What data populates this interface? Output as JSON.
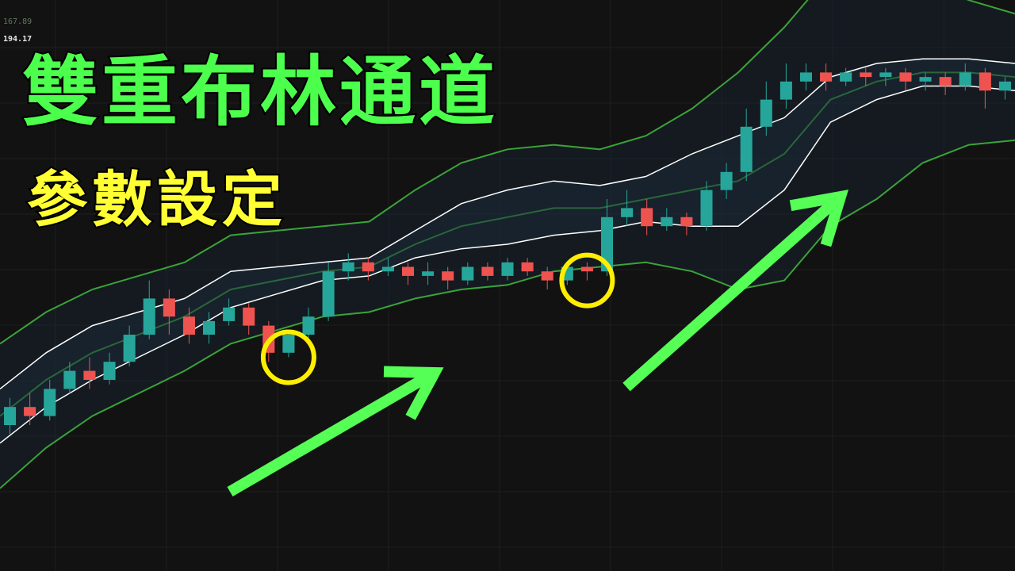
{
  "price_scale": {
    "top_value": "167.89",
    "current_value": "194.17"
  },
  "titles": {
    "line1": "雙重布林通道",
    "line2": "參數設定"
  },
  "colors": {
    "background": "#121212",
    "grid": "#1f1f1f",
    "up_candle": "#26a69a",
    "down_candle": "#ef5350",
    "inner_band": "#ffffff",
    "outer_band": "#3aa33a",
    "band_fill": "#1a2a3a",
    "arrow": "#55ff55",
    "circle": "#ffee00",
    "title1": "#4cff4c",
    "title2": "#ffff33"
  },
  "chart_data": {
    "type": "candlestick",
    "title": "",
    "xlabel": "",
    "ylabel": "",
    "grid": true,
    "ylim": [
      0,
      100
    ],
    "description_markers": [
      "two highlight circles",
      "two up arrows"
    ],
    "middle_band": [
      22,
      30,
      36,
      40,
      44,
      50,
      52,
      54,
      55,
      60,
      64,
      66,
      68,
      68,
      70,
      72,
      74,
      80,
      92,
      96,
      98,
      98,
      97
    ],
    "inner_width": [
      6,
      6,
      6,
      5,
      4,
      4,
      3,
      2,
      2,
      3,
      5,
      6,
      6,
      5,
      5,
      8,
      10,
      8,
      5,
      4,
      3,
      3,
      3
    ],
    "outer_width": [
      16,
      15,
      14,
      13,
      12,
      12,
      11,
      10,
      10,
      12,
      14,
      15,
      14,
      13,
      14,
      18,
      24,
      28,
      28,
      26,
      20,
      16,
      14
    ],
    "candles": [
      {
        "o": 20,
        "c": 24,
        "h": 26,
        "l": 18
      },
      {
        "o": 24,
        "c": 22,
        "h": 27,
        "l": 20
      },
      {
        "o": 22,
        "c": 28,
        "h": 30,
        "l": 21
      },
      {
        "o": 28,
        "c": 32,
        "h": 34,
        "l": 27
      },
      {
        "o": 32,
        "c": 30,
        "h": 35,
        "l": 28
      },
      {
        "o": 30,
        "c": 34,
        "h": 36,
        "l": 29
      },
      {
        "o": 34,
        "c": 40,
        "h": 42,
        "l": 33
      },
      {
        "o": 40,
        "c": 48,
        "h": 52,
        "l": 39
      },
      {
        "o": 48,
        "c": 44,
        "h": 50,
        "l": 40
      },
      {
        "o": 44,
        "c": 40,
        "h": 46,
        "l": 38
      },
      {
        "o": 40,
        "c": 43,
        "h": 45,
        "l": 38
      },
      {
        "o": 43,
        "c": 46,
        "h": 48,
        "l": 42
      },
      {
        "o": 46,
        "c": 42,
        "h": 47,
        "l": 40
      },
      {
        "o": 42,
        "c": 36,
        "h": 43,
        "l": 34
      },
      {
        "o": 36,
        "c": 40,
        "h": 41,
        "l": 35
      },
      {
        "o": 40,
        "c": 44,
        "h": 46,
        "l": 39
      },
      {
        "o": 44,
        "c": 54,
        "h": 56,
        "l": 43
      },
      {
        "o": 54,
        "c": 56,
        "h": 58,
        "l": 52
      },
      {
        "o": 56,
        "c": 54,
        "h": 57,
        "l": 52
      },
      {
        "o": 54,
        "c": 55,
        "h": 57,
        "l": 53
      },
      {
        "o": 55,
        "c": 53,
        "h": 56,
        "l": 51
      },
      {
        "o": 53,
        "c": 54,
        "h": 56,
        "l": 51
      },
      {
        "o": 54,
        "c": 52,
        "h": 55,
        "l": 50
      },
      {
        "o": 52,
        "c": 55,
        "h": 56,
        "l": 51
      },
      {
        "o": 55,
        "c": 53,
        "h": 56,
        "l": 52
      },
      {
        "o": 53,
        "c": 56,
        "h": 57,
        "l": 52
      },
      {
        "o": 56,
        "c": 54,
        "h": 57,
        "l": 53
      },
      {
        "o": 54,
        "c": 52,
        "h": 55,
        "l": 50
      },
      {
        "o": 52,
        "c": 55,
        "h": 56,
        "l": 51
      },
      {
        "o": 55,
        "c": 54,
        "h": 56,
        "l": 52
      },
      {
        "o": 54,
        "c": 66,
        "h": 70,
        "l": 53
      },
      {
        "o": 66,
        "c": 68,
        "h": 72,
        "l": 64
      },
      {
        "o": 68,
        "c": 64,
        "h": 70,
        "l": 62
      },
      {
        "o": 64,
        "c": 66,
        "h": 68,
        "l": 63
      },
      {
        "o": 66,
        "c": 64,
        "h": 67,
        "l": 62
      },
      {
        "o": 64,
        "c": 72,
        "h": 74,
        "l": 63
      },
      {
        "o": 72,
        "c": 76,
        "h": 78,
        "l": 70
      },
      {
        "o": 76,
        "c": 86,
        "h": 90,
        "l": 74
      },
      {
        "o": 86,
        "c": 92,
        "h": 96,
        "l": 84
      },
      {
        "o": 92,
        "c": 96,
        "h": 100,
        "l": 90
      },
      {
        "o": 96,
        "c": 98,
        "h": 100,
        "l": 94
      },
      {
        "o": 98,
        "c": 96,
        "h": 100,
        "l": 94
      },
      {
        "o": 96,
        "c": 98,
        "h": 99,
        "l": 95
      },
      {
        "o": 98,
        "c": 97,
        "h": 99,
        "l": 95
      },
      {
        "o": 97,
        "c": 98,
        "h": 99,
        "l": 95
      },
      {
        "o": 98,
        "c": 96,
        "h": 99,
        "l": 94
      },
      {
        "o": 96,
        "c": 97,
        "h": 98,
        "l": 94
      },
      {
        "o": 97,
        "c": 95,
        "h": 98,
        "l": 93
      },
      {
        "o": 95,
        "c": 98,
        "h": 100,
        "l": 94
      },
      {
        "o": 98,
        "c": 94,
        "h": 99,
        "l": 90
      },
      {
        "o": 94,
        "c": 96,
        "h": 97,
        "l": 92
      }
    ]
  }
}
